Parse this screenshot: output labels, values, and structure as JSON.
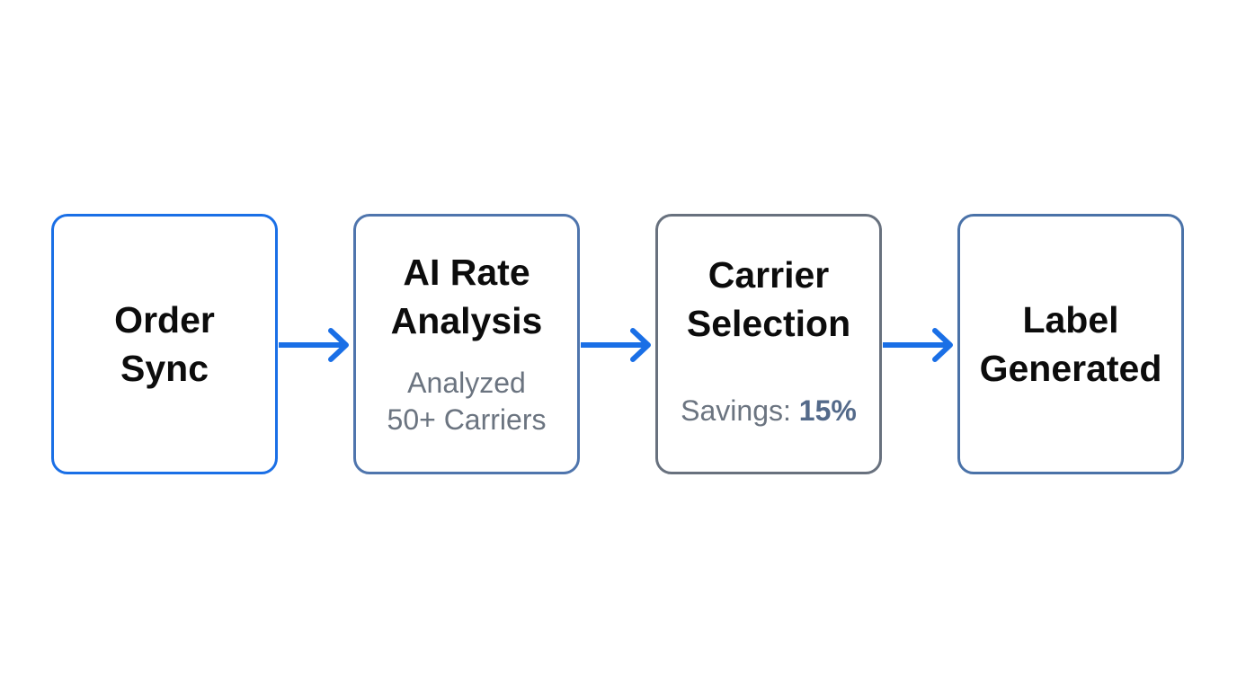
{
  "colors": {
    "accent_blue": "#1a6fe6",
    "slate_border": "#68717e",
    "muted_text": "#6b7480",
    "savings_value": "#546a8a"
  },
  "steps": [
    {
      "title": "Order\nSync",
      "subtitle": ""
    },
    {
      "title": "AI Rate\nAnalysis",
      "subtitle": "Analyzed\n50+ Carriers"
    },
    {
      "title": "Carrier\nSelection",
      "savings_label": "Savings:",
      "savings_value": "15%"
    },
    {
      "title": "Label\nGenerated",
      "subtitle": ""
    }
  ],
  "arrows": [
    {
      "icon": "right-arrow-icon"
    },
    {
      "icon": "right-arrow-icon"
    },
    {
      "icon": "right-arrow-icon"
    }
  ]
}
